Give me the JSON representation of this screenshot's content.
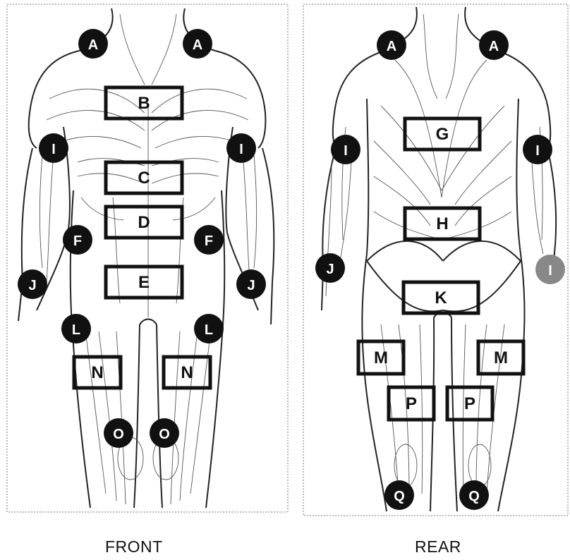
{
  "panels": {
    "front": {
      "caption": "FRONT"
    },
    "rear": {
      "caption": "REAR"
    }
  },
  "colors": {
    "ink": "#111111",
    "background": "#ffffff",
    "line": "#3a3a3a"
  },
  "markers": {
    "front": [
      {
        "id": "A",
        "shape": "circle",
        "region": "neck-left"
      },
      {
        "id": "A",
        "shape": "circle",
        "region": "neck-right"
      },
      {
        "id": "B",
        "shape": "box",
        "region": "chest"
      },
      {
        "id": "I",
        "shape": "circle",
        "region": "shoulder-left"
      },
      {
        "id": "I",
        "shape": "circle",
        "region": "shoulder-right"
      },
      {
        "id": "C",
        "shape": "box",
        "region": "upper-abdomen"
      },
      {
        "id": "D",
        "shape": "box",
        "region": "mid-abdomen"
      },
      {
        "id": "F",
        "shape": "circle",
        "region": "side-left"
      },
      {
        "id": "F",
        "shape": "circle",
        "region": "side-right"
      },
      {
        "id": "E",
        "shape": "box",
        "region": "lower-abdomen"
      },
      {
        "id": "J",
        "shape": "circle",
        "region": "forearm-left"
      },
      {
        "id": "J",
        "shape": "circle",
        "region": "forearm-right"
      },
      {
        "id": "L",
        "shape": "circle",
        "region": "hip-left"
      },
      {
        "id": "L",
        "shape": "circle",
        "region": "hip-right"
      },
      {
        "id": "N",
        "shape": "box",
        "region": "thigh-left"
      },
      {
        "id": "N",
        "shape": "box",
        "region": "thigh-right"
      },
      {
        "id": "O",
        "shape": "circle",
        "region": "knee-left"
      },
      {
        "id": "O",
        "shape": "circle",
        "region": "knee-right"
      }
    ],
    "rear": [
      {
        "id": "A",
        "shape": "circle",
        "region": "neck-left"
      },
      {
        "id": "A",
        "shape": "circle",
        "region": "neck-right"
      },
      {
        "id": "G",
        "shape": "box",
        "region": "upper-back"
      },
      {
        "id": "I",
        "shape": "circle",
        "region": "arm-left"
      },
      {
        "id": "I",
        "shape": "circle",
        "region": "arm-right"
      },
      {
        "id": "H",
        "shape": "box",
        "region": "lower-back"
      },
      {
        "id": "J",
        "shape": "circle",
        "region": "forearm-left"
      },
      {
        "id": "I",
        "shape": "circle",
        "region": "hand-right",
        "faded": true
      },
      {
        "id": "K",
        "shape": "box",
        "region": "glutes"
      },
      {
        "id": "M",
        "shape": "box",
        "region": "thigh-left"
      },
      {
        "id": "M",
        "shape": "box",
        "region": "thigh-right"
      },
      {
        "id": "P",
        "shape": "box",
        "region": "hamstring-left"
      },
      {
        "id": "P",
        "shape": "box",
        "region": "hamstring-right"
      },
      {
        "id": "Q",
        "shape": "circle",
        "region": "calf-left"
      },
      {
        "id": "Q",
        "shape": "circle",
        "region": "calf-right"
      }
    ]
  }
}
